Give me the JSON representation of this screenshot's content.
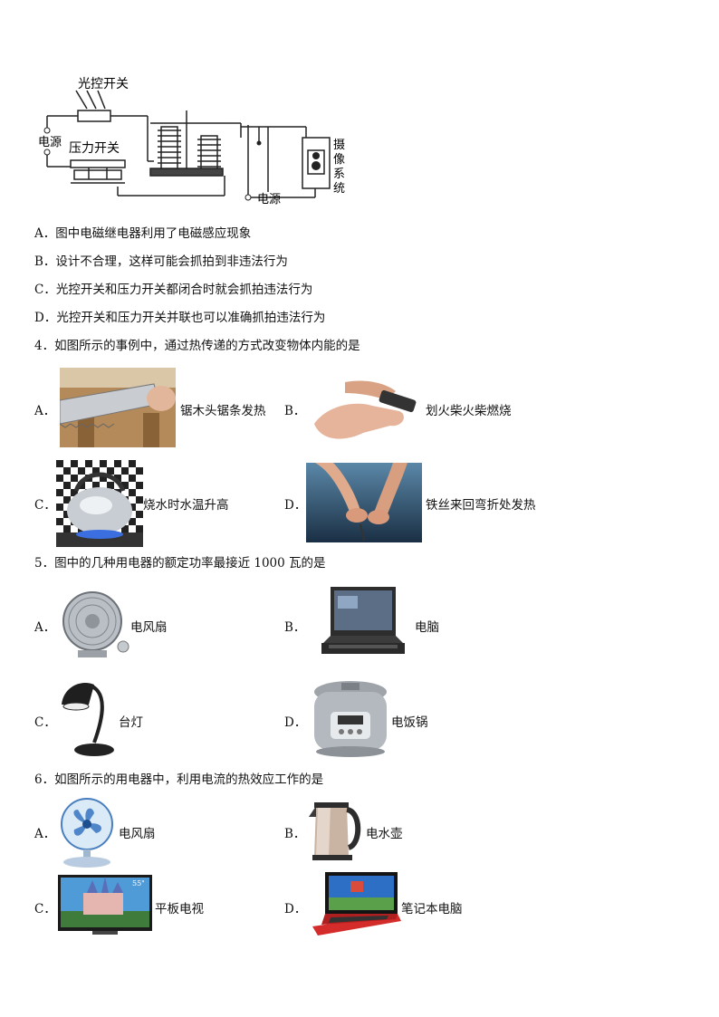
{
  "circuit": {
    "light_switch": "光控开关",
    "pressure_switch": "压力开关",
    "power_left": "电源",
    "power_right": "电源",
    "camera": [
      "摄",
      "像",
      "系",
      "统"
    ]
  },
  "q3": {
    "options": [
      "A．图中电磁继电器利用了电磁感应现象",
      "B．设计不合理，这样可能会抓拍到非违法行为",
      "C．光控开关和压力开关都闭合时就会抓拍违法行为",
      "D．光控开关和压力开关并联也可以准确抓拍违法行为"
    ]
  },
  "q4": {
    "stem": "4．如图所示的事例中，通过热传递的方式改变物体内能的是",
    "A": {
      "letter": "A．",
      "caption": "锯木头锯条发热"
    },
    "B": {
      "letter": "B．",
      "caption": "划火柴火柴燃烧"
    },
    "C": {
      "letter": "C．",
      "caption": "烧水时水温升高"
    },
    "D": {
      "letter": "D．",
      "caption": "铁丝来回弯折处发热"
    }
  },
  "q5": {
    "stem": "5．图中的几种用电器的额定功率最接近 1000 瓦的是",
    "A": {
      "letter": "A．",
      "caption": "电风扇"
    },
    "B": {
      "letter": "B．",
      "caption": "电脑"
    },
    "C": {
      "letter": "C．",
      "caption": "台灯"
    },
    "D": {
      "letter": "D．",
      "caption": "电饭锅"
    }
  },
  "q6": {
    "stem": "6．如图所示的用电器中，利用电流的热效应工作的是",
    "A": {
      "letter": "A．",
      "caption": "电风扇"
    },
    "B": {
      "letter": "B．",
      "caption": "电水壶"
    },
    "C": {
      "letter": "C．",
      "caption": "平板电视",
      "tv_label": "55\""
    },
    "D": {
      "letter": "D．",
      "caption": "笔记本电脑"
    }
  }
}
